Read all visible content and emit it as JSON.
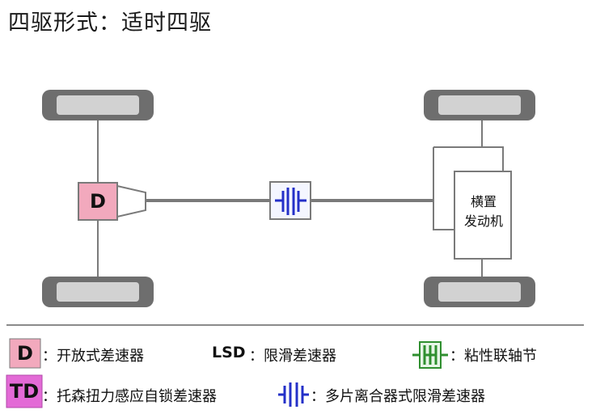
{
  "title": "四驱形式：适时四驱",
  "diagram": {
    "diff_label": "D",
    "engine_line1": "横置",
    "engine_line2": "发动机",
    "colors": {
      "wheel_outer": "#6e6e6e",
      "wheel_inner": "#d2d2d2",
      "shaft": "#7a7a7a",
      "open_diff_fill": "#f2a9bd",
      "clutch_blue": "#2430c8",
      "viscous_green": "#2f8f2f",
      "torsen_fill": "#e36ad6"
    }
  },
  "legend": {
    "open_diff": {
      "abbr": "D",
      "label": "：开放式差速器"
    },
    "lsd": {
      "abbr": "LSD",
      "label": "：限滑差速器"
    },
    "viscous": {
      "label": "：粘性联轴节"
    },
    "torsen": {
      "abbr": "TD",
      "label": "：托森扭力感应自锁差速器"
    },
    "multi_clutch": {
      "label": "：多片离合器式限滑差速器"
    }
  }
}
